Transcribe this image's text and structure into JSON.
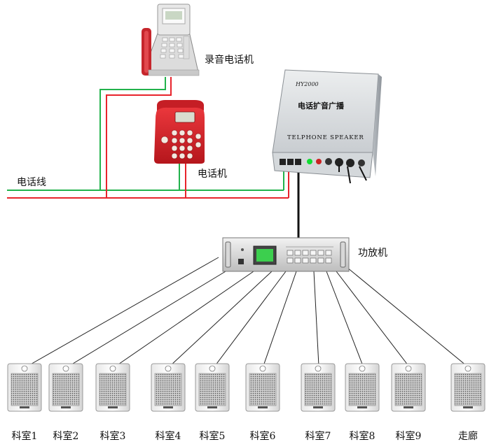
{
  "labels": {
    "recording_phone": "录音电话机",
    "phone": "电话机",
    "phone_line": "电话线",
    "amplifier": "功放机"
  },
  "device": {
    "model": "HY2000",
    "name": "电话扩音广播",
    "subtitle": "TELPHONE SPEAKER"
  },
  "speakers": [
    {
      "label": "科室1"
    },
    {
      "label": "科室2"
    },
    {
      "label": "科室3"
    },
    {
      "label": "科室4"
    },
    {
      "label": "科室5"
    },
    {
      "label": "科室6"
    },
    {
      "label": "科室7"
    },
    {
      "label": "科室8"
    },
    {
      "label": "科室9"
    },
    {
      "label": "走廊"
    }
  ],
  "colors": {
    "wire_green": "#22b24c",
    "wire_red": "#e8232b",
    "wire_black": "#111111",
    "phone_red": "#d9232a"
  }
}
